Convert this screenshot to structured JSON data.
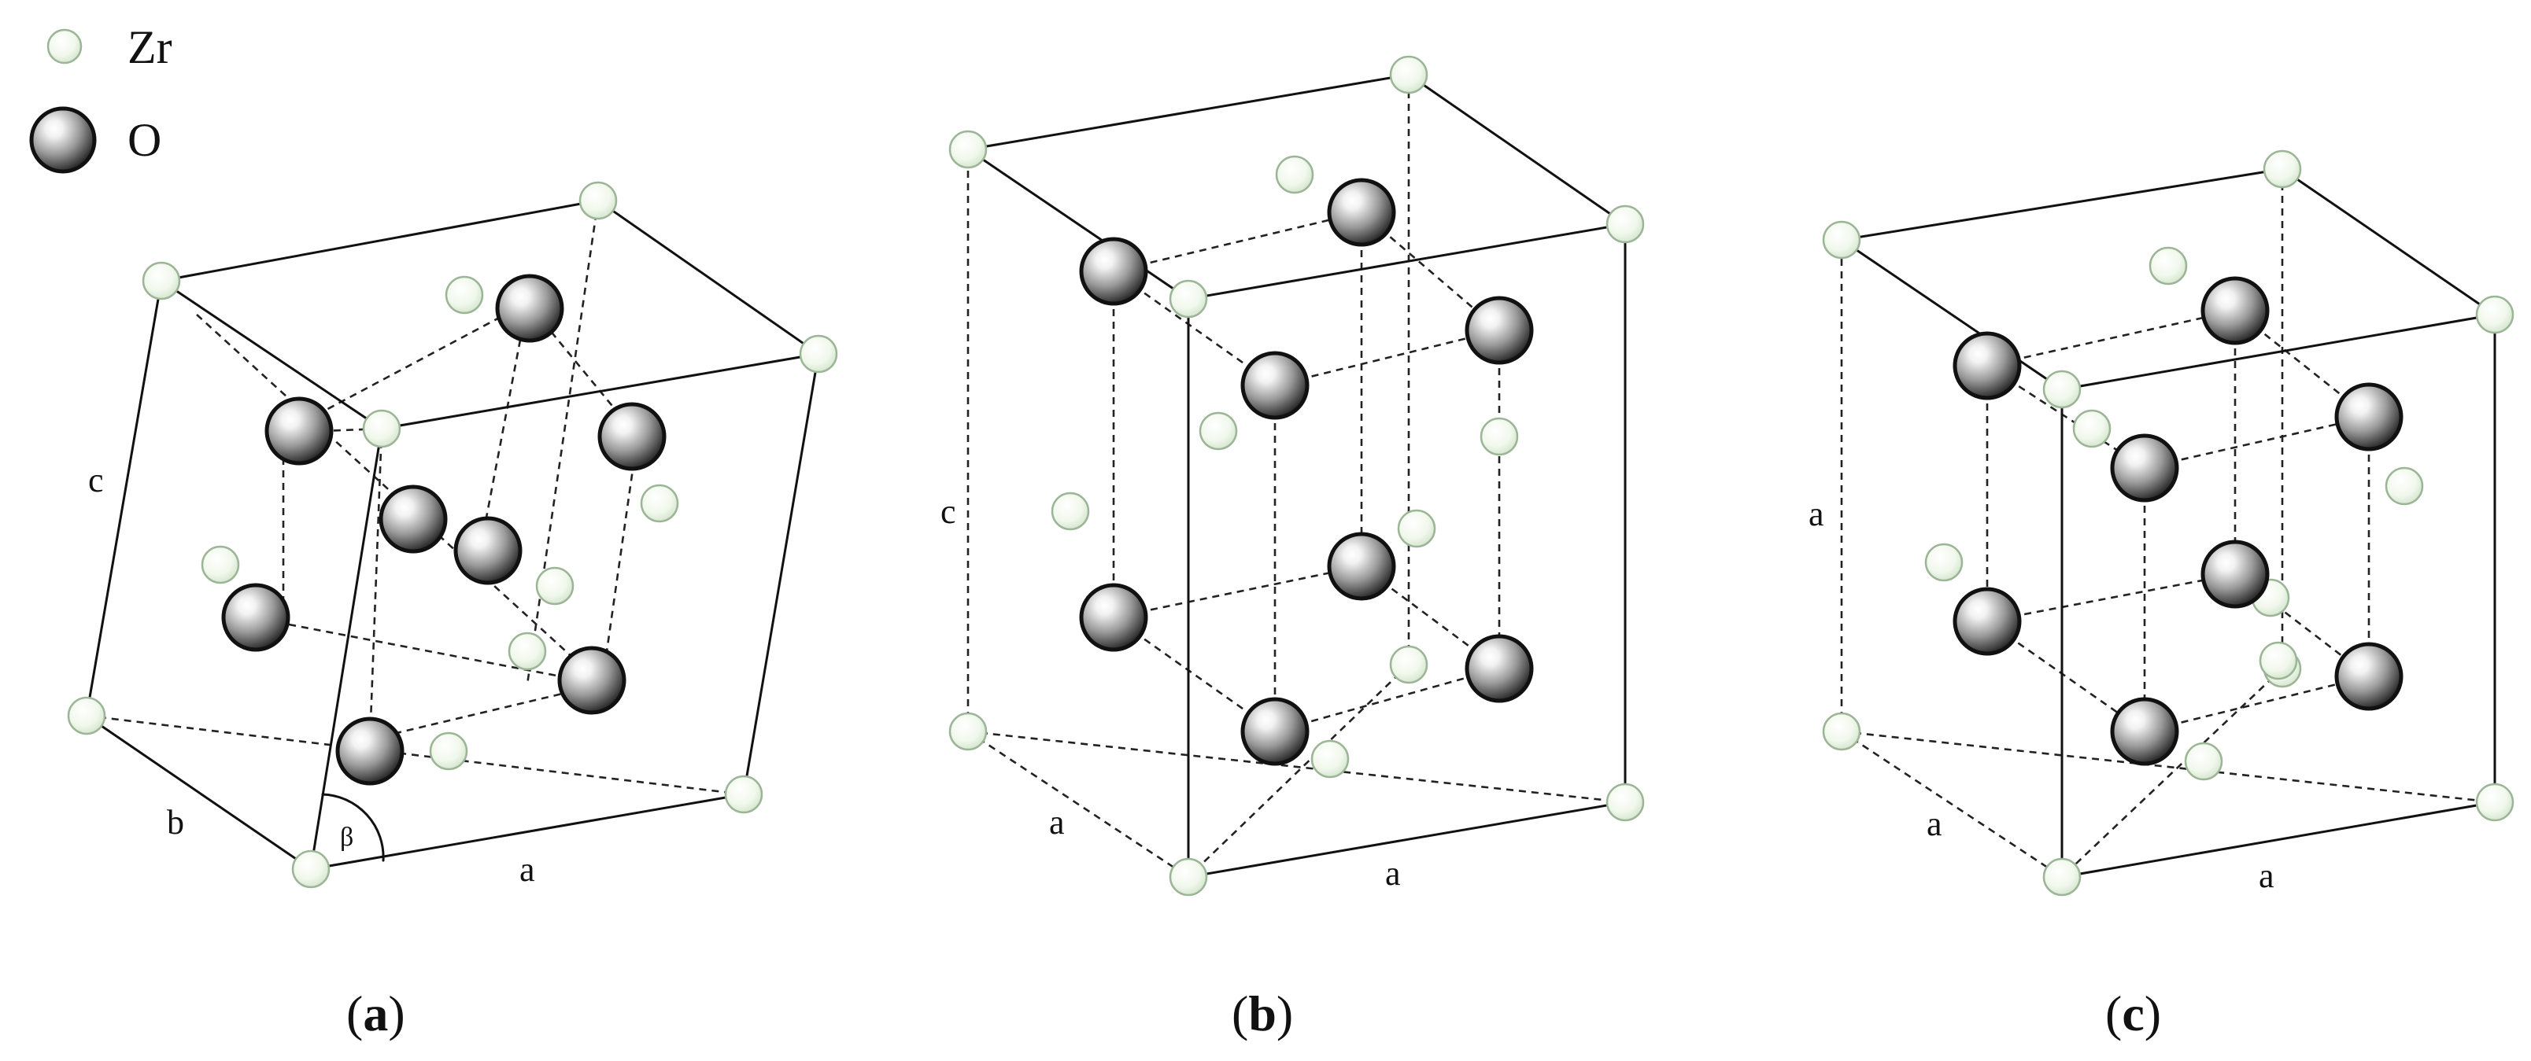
{
  "legend": {
    "items": [
      {
        "element": "Zr",
        "label": "Zr"
      },
      {
        "element": "O",
        "label": "O"
      }
    ]
  },
  "colors": {
    "zr": "#f3faef",
    "zr_edge": "#8fae8a",
    "o_dark": "#141414",
    "line": "#111111"
  },
  "panels": [
    {
      "id": "a",
      "caption_open": "(",
      "caption_letter": "a",
      "caption_close": ")",
      "labels": {
        "edge_a": "a",
        "edge_b": "b",
        "edge_c": "c",
        "angle": "β"
      }
    },
    {
      "id": "b",
      "caption_open": "(",
      "caption_letter": "b",
      "caption_close": ")",
      "labels": {
        "edge_a": "a",
        "edge_b": "a",
        "edge_c": "c"
      }
    },
    {
      "id": "c",
      "caption_open": "(",
      "caption_letter": "c",
      "caption_close": ")",
      "labels": {
        "edge_a": "a",
        "edge_b": "a",
        "edge_c": "a"
      }
    }
  ]
}
